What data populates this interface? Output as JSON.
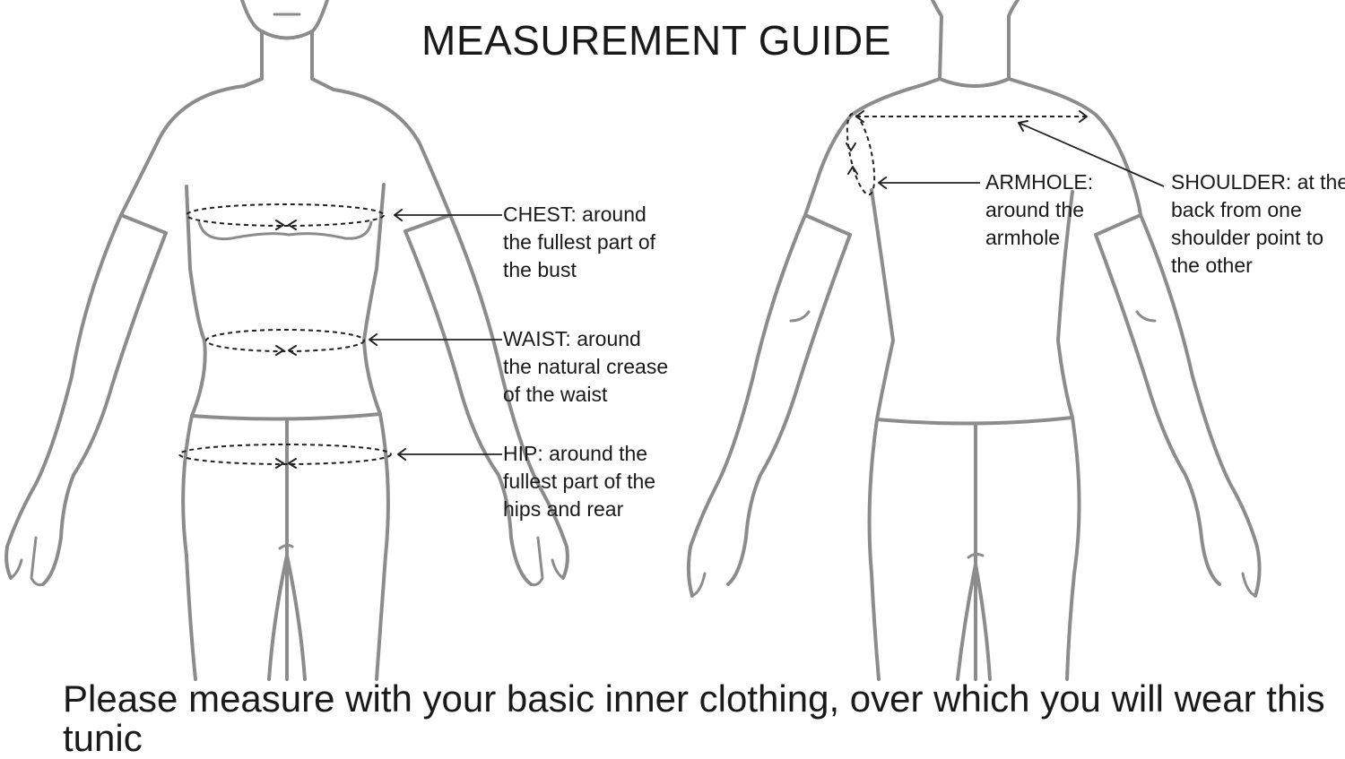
{
  "title": "MEASUREMENT GUIDE",
  "labels": {
    "chest": [
      "CHEST: around",
      "the fullest part of",
      "the bust"
    ],
    "waist": [
      "WAIST: around",
      "the natural crease",
      "of the waist"
    ],
    "hip": [
      "HIP: around the",
      "fullest part of the",
      "hips and rear"
    ],
    "armhole": [
      "ARMHOLE:",
      "around the",
      "armhole"
    ],
    "shoulder": [
      "SHOULDER: at the",
      "back from one",
      "shoulder point to",
      "the other"
    ]
  },
  "note": "Please measure with your basic inner clothing, over which you will wear this tunic",
  "colors": {
    "outline": "#8c8c8c",
    "ink": "#1a1a1a",
    "background": "#ffffff"
  }
}
